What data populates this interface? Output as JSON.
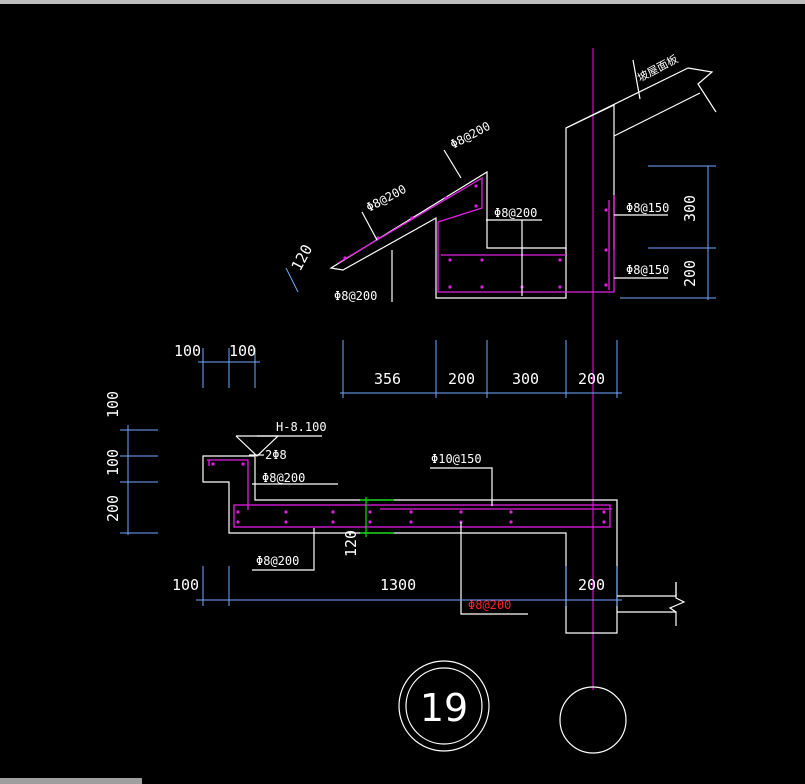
{
  "upper_section": {
    "label_roof_slab": "坡屋面板",
    "rebar_top_1": "Φ8@200",
    "rebar_slope": "Φ8@200",
    "rebar_mid": "Φ8@200",
    "rebar_bottom": "Φ8@200",
    "rebar_wall_top": "Φ8@150",
    "rebar_wall_bottom": "Φ8@150",
    "dim_thickness": "120",
    "dim_v_300": "300",
    "dim_v_200": "200",
    "dim_h_356": "356",
    "dim_h_200a": "200",
    "dim_h_300": "300",
    "dim_h_200b": "200"
  },
  "lower_section": {
    "dim_100a": "100",
    "dim_100b": "100",
    "dim_v_100a": "100",
    "dim_v_100b": "100",
    "dim_v_200": "200",
    "elevation": "H-8.100",
    "rebar_2phi8": "2Φ8",
    "rebar_phi8_200_top": "Φ8@200",
    "rebar_phi10_150": "Φ10@150",
    "rebar_phi8_200_bottom": "Φ8@200",
    "rebar_red": "Φ8@200",
    "dim_thickness": "120",
    "dim_100": "100",
    "dim_1300": "1300",
    "dim_200": "200"
  },
  "detail": {
    "number": "19"
  },
  "colors": {
    "background": "#000000",
    "lines": "#ffffff",
    "rebar": "#e020e0",
    "dimension": "#6fa8ff",
    "highlight": "#ff2020",
    "marker": "#00e000"
  }
}
